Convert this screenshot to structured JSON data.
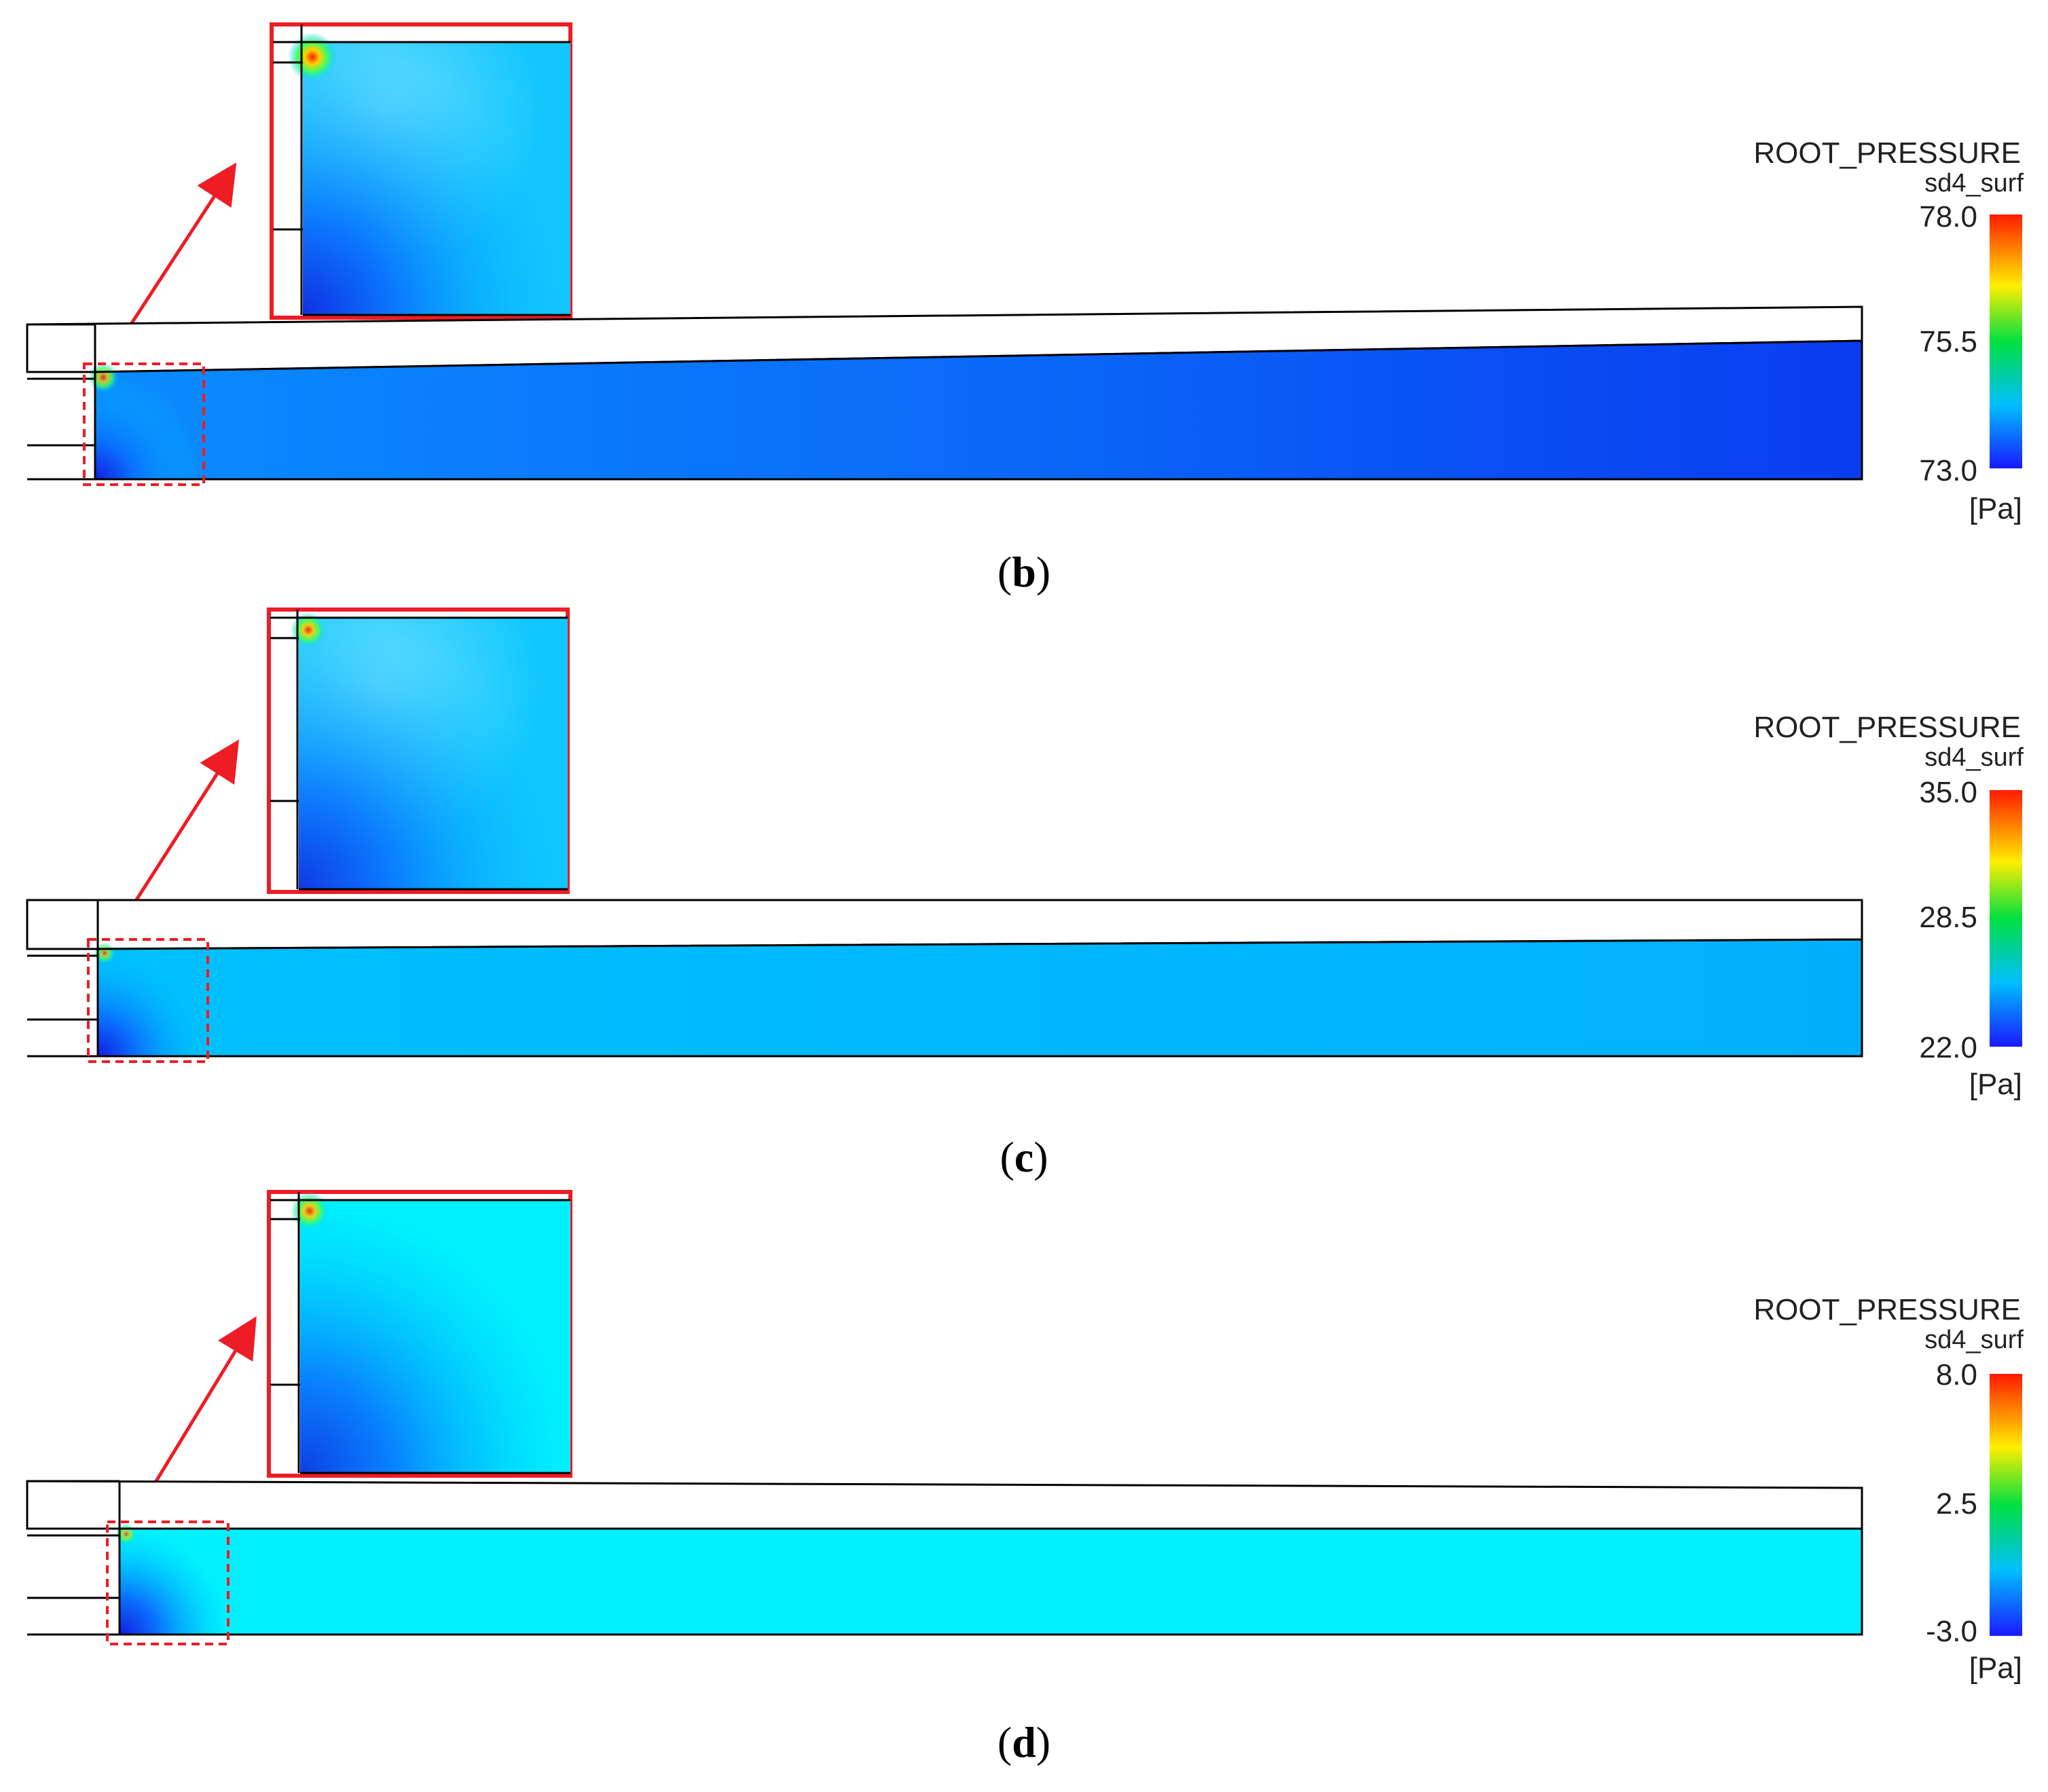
{
  "panels": [
    {
      "label_letter": "b",
      "legend_title": "ROOT_PRESSURE",
      "legend_subtitle": "sd4_surf",
      "scale_max": "78.0",
      "scale_mid": "75.5",
      "scale_min": "73.0",
      "unit": "[Pa]"
    },
    {
      "label_letter": "c",
      "legend_title": "ROOT_PRESSURE",
      "legend_subtitle": "sd4_surf",
      "scale_max": "35.0",
      "scale_mid": "28.5",
      "scale_min": "22.0",
      "unit": "[Pa]"
    },
    {
      "label_letter": "d",
      "legend_title": "ROOT_PRESSURE",
      "legend_subtitle": "sd4_surf",
      "scale_max": "8.0",
      "scale_mid": "2.5",
      "scale_min": "-3.0",
      "unit": "[Pa]"
    }
  ],
  "colors": {
    "panel_b_field_left": "#0a8cff",
    "panel_b_field_right": "#0a3cf0",
    "panel_c_field_left": "#00c0ff",
    "panel_c_field_right": "#00b0ff",
    "panel_d_field": "#00f0ff",
    "highlight": "#ee1c24",
    "outline": "#000000"
  }
}
